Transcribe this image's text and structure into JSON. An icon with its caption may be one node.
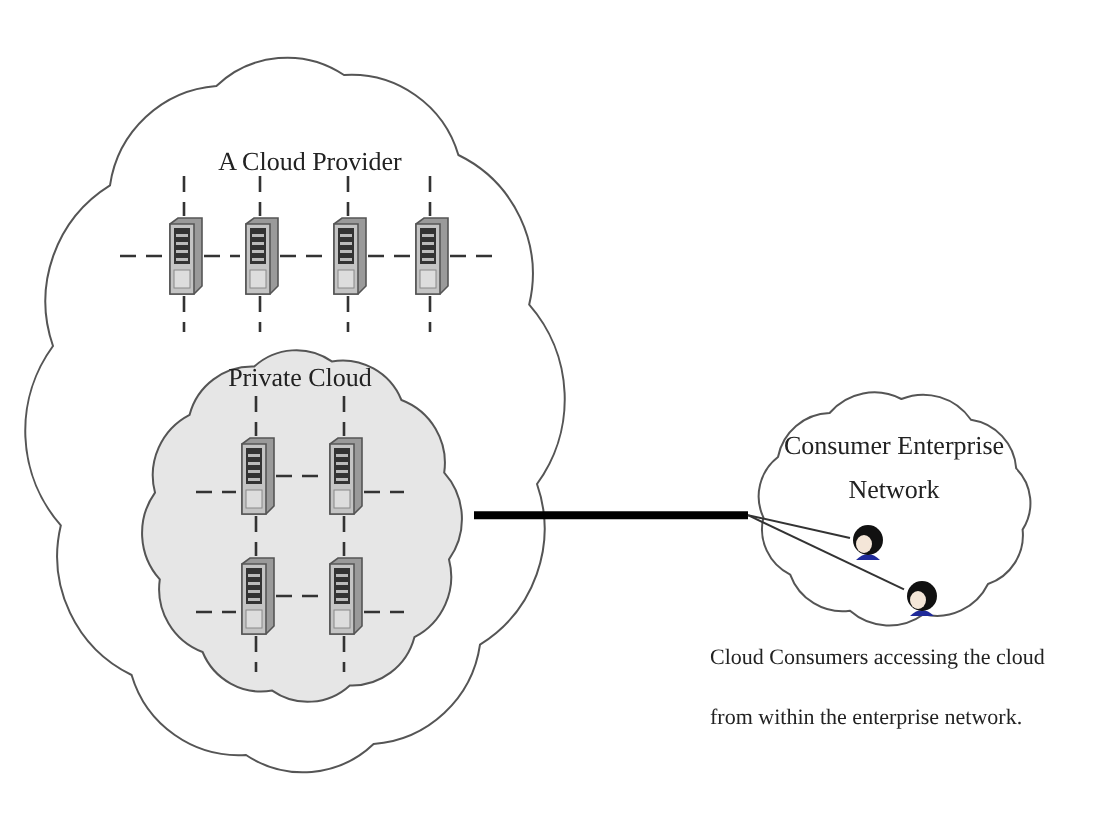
{
  "diagram": {
    "nodes": [
      {
        "text": [
          "A Cloud Provider"
        ]
      },
      {
        "text": [],
        "shape": "server",
        "in": 0
      },
      {
        "text": [],
        "shape": "server",
        "in": 0
      },
      {
        "text": [],
        "shape": "server",
        "in": 0
      },
      {
        "text": [],
        "shape": "server",
        "in": 0
      },
      {
        "text": [
          "Private Cloud"
        ],
        "in": 0
      },
      {
        "text": [],
        "shape": "server",
        "in": 5
      },
      {
        "text": [],
        "shape": "server",
        "in": 5
      },
      {
        "text": [],
        "shape": "server",
        "in": 5
      },
      {
        "text": [],
        "shape": "server",
        "in": 5
      },
      {
        "text": [
          "Consumer Enterprise Network"
        ],
        "beside": [
          "Cloud Consumers accessing the cloud from within the enterprise network."
        ]
      },
      {
        "text": [],
        "shape": "person",
        "in": 10
      },
      {
        "text": [],
        "shape": "person",
        "in": 10
      }
    ],
    "edges": [
      {
        "from": 1,
        "to": 2,
        "arrow": "none",
        "style": "dashed"
      },
      {
        "from": 2,
        "to": 3,
        "arrow": "none",
        "style": "dashed"
      },
      {
        "from": 3,
        "to": 4,
        "arrow": "none",
        "style": "dashed"
      },
      {
        "from": 6,
        "to": 7,
        "arrow": "none",
        "style": "dashed"
      },
      {
        "from": 8,
        "to": 9,
        "arrow": "none",
        "style": "dashed"
      },
      {
        "from": 6,
        "to": 8,
        "arrow": "none",
        "style": "dashed"
      },
      {
        "from": 7,
        "to": 9,
        "arrow": "none",
        "style": "dashed"
      },
      {
        "from": 5,
        "to": 11,
        "arrow": "none",
        "style": "thick"
      },
      {
        "from": 5,
        "to": 12,
        "arrow": "none",
        "style": "thick"
      }
    ]
  }
}
